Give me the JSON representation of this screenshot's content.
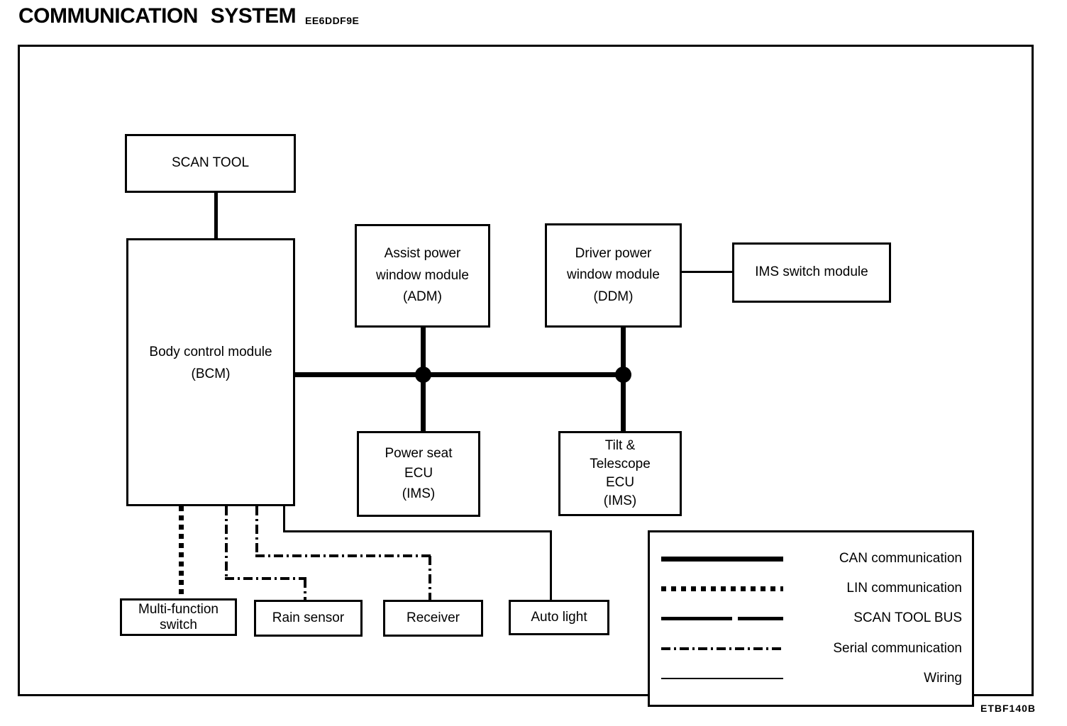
{
  "title": "COMMUNICATION SYSTEM",
  "title_code": "EE6DDF9E",
  "figure_code": "ETBF140B",
  "boxes": {
    "scan_tool": {
      "lines": [
        "SCAN TOOL"
      ]
    },
    "bcm": {
      "lines": [
        "Body control module",
        "(BCM)"
      ]
    },
    "adm": {
      "lines": [
        "Assist power",
        "window module",
        "(ADM)"
      ]
    },
    "ddm": {
      "lines": [
        "Driver power",
        "window module",
        "(DDM)"
      ]
    },
    "ims_switch": {
      "lines": [
        "IMS switch module"
      ]
    },
    "power_seat": {
      "lines": [
        "Power seat",
        "ECU",
        "(IMS)"
      ]
    },
    "tilt_telescope": {
      "lines": [
        "Tilt &",
        "Telescope",
        "ECU",
        "(IMS)"
      ]
    },
    "multi_function": {
      "lines": [
        "Multi-function",
        "switch"
      ]
    },
    "rain_sensor": {
      "lines": [
        "Rain sensor"
      ]
    },
    "receiver": {
      "lines": [
        "Receiver"
      ]
    },
    "auto_light": {
      "lines": [
        "Auto light"
      ]
    }
  },
  "legend": {
    "items": [
      {
        "label": "CAN communication",
        "type": "can"
      },
      {
        "label": "LIN communication",
        "type": "lin"
      },
      {
        "label": "SCAN TOOL BUS",
        "type": "scan-tool-bus"
      },
      {
        "label": "Serial communication",
        "type": "serial"
      },
      {
        "label": "Wiring",
        "type": "wiring"
      }
    ]
  },
  "connections": [
    {
      "from": "SCAN TOOL",
      "to": "Body control module (BCM)",
      "type": "SCAN TOOL BUS"
    },
    {
      "from": "Body control module (BCM)",
      "to": "CAN bus",
      "type": "CAN communication"
    },
    {
      "from": "Assist power window module (ADM)",
      "to": "Power seat ECU (IMS)",
      "type": "CAN communication"
    },
    {
      "from": "Driver power window module (DDM)",
      "to": "Tilt & Telescope ECU (IMS)",
      "type": "CAN communication"
    },
    {
      "from": "Driver power window module (DDM)",
      "to": "IMS switch module",
      "type": "Wiring"
    },
    {
      "from": "Body control module (BCM)",
      "to": "Multi-function switch",
      "type": "LIN communication"
    },
    {
      "from": "Body control module (BCM)",
      "to": "Rain sensor",
      "type": "Serial communication"
    },
    {
      "from": "Body control module (BCM)",
      "to": "Receiver",
      "type": "Serial communication"
    },
    {
      "from": "Body control module (BCM)",
      "to": "Auto light",
      "type": "Wiring"
    }
  ],
  "colors": {
    "line": "#000000",
    "background": "#ffffff"
  }
}
